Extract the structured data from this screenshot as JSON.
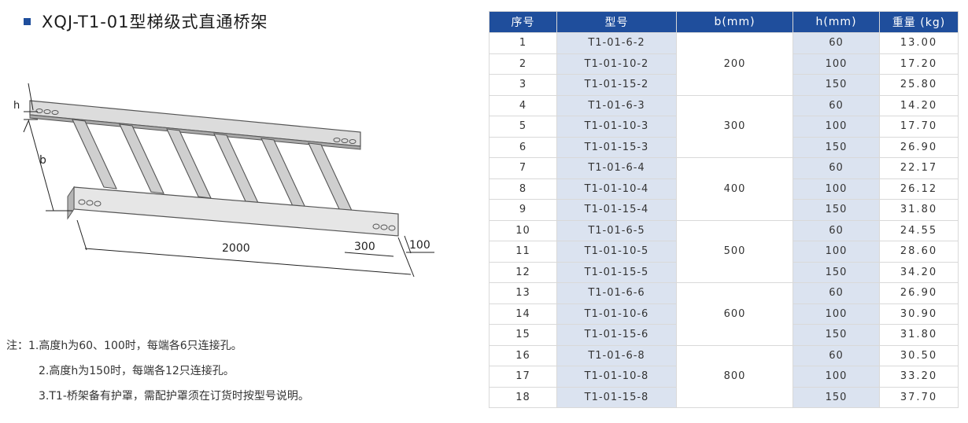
{
  "title": "XQJ-T1-01型梯级式直通桥架",
  "drawing": {
    "h_label": "h",
    "b_label": "b",
    "len_label": "2000",
    "end_label": "300",
    "gap_label": "100"
  },
  "notes": [
    "注：1.高度h为60、100时，每端各6只连接孔。",
    "2.高度h为150时，每端各12只连接孔。",
    "3.T1-桥架备有护罩，需配护罩须在订货时按型号说明。"
  ],
  "table": {
    "headers": [
      "序号",
      "型号",
      "b(mm)",
      "h(mm)",
      "重量 (kg)"
    ],
    "rows": [
      {
        "no": "1",
        "model": "T1-01-6-2",
        "h": "60",
        "w": "13.00"
      },
      {
        "no": "2",
        "model": "T1-01-10-2",
        "h": "100",
        "w": "17.20"
      },
      {
        "no": "3",
        "model": "T1-01-15-2",
        "h": "150",
        "w": "25.80"
      },
      {
        "no": "4",
        "model": "T1-01-6-3",
        "h": "60",
        "w": "14.20"
      },
      {
        "no": "5",
        "model": "T1-01-10-3",
        "h": "100",
        "w": "17.70"
      },
      {
        "no": "6",
        "model": "T1-01-15-3",
        "h": "150",
        "w": "26.90"
      },
      {
        "no": "7",
        "model": "T1-01-6-4",
        "h": "60",
        "w": "22.17"
      },
      {
        "no": "8",
        "model": "T1-01-10-4",
        "h": "100",
        "w": "26.12"
      },
      {
        "no": "9",
        "model": "T1-01-15-4",
        "h": "150",
        "w": "31.80"
      },
      {
        "no": "10",
        "model": "T1-01-6-5",
        "h": "60",
        "w": "24.55"
      },
      {
        "no": "11",
        "model": "T1-01-10-5",
        "h": "100",
        "w": "28.60"
      },
      {
        "no": "12",
        "model": "T1-01-15-5",
        "h": "150",
        "w": "34.20"
      },
      {
        "no": "13",
        "model": "T1-01-6-6",
        "h": "60",
        "w": "26.90"
      },
      {
        "no": "14",
        "model": "T1-01-10-6",
        "h": "100",
        "w": "30.90"
      },
      {
        "no": "15",
        "model": "T1-01-15-6",
        "h": "150",
        "w": "31.80"
      },
      {
        "no": "16",
        "model": "T1-01-6-8",
        "h": "60",
        "w": "30.50"
      },
      {
        "no": "17",
        "model": "T1-01-10-8",
        "h": "100",
        "w": "33.20"
      },
      {
        "no": "18",
        "model": "T1-01-15-8",
        "h": "150",
        "w": "37.70"
      }
    ],
    "b_groups": [
      "200",
      "300",
      "400",
      "500",
      "600",
      "800"
    ]
  }
}
